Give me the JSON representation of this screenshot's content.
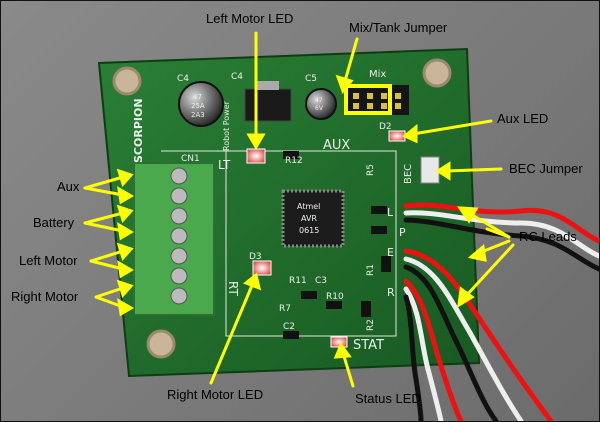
{
  "callouts": {
    "left_motor_led": "Left Motor LED",
    "mix_tank_jumper": "Mix/Tank Jumper",
    "aux_led": "Aux LED",
    "bec_jumper": "BEC Jumper",
    "rc_leads": "RC Leads",
    "aux": "Aux",
    "battery": "Battery",
    "left_motor": "Left Motor",
    "right_motor": "Right Motor",
    "right_motor_led": "Right Motor LED",
    "status_led": "Status LED"
  },
  "board": {
    "brand": "SCORPION",
    "robot_power": "Robot Power",
    "cn1": "CN1",
    "lt": "LT",
    "rt": "RT",
    "aux": "AUX",
    "mix": "Mix",
    "bec": "BEC",
    "stat": "STAT",
    "c4_left": "C4",
    "c4_right": "C4",
    "c5": "C5",
    "c2": "C2",
    "c3": "C3",
    "d2": "D2",
    "d3": "D3",
    "r12": "R12",
    "r11": "R11",
    "r7": "R7",
    "r10": "R10",
    "r5": "R5",
    "r1": "R1",
    "r2": "R2",
    "cap_47": "47",
    "cap_25a": "25A",
    "cap_2a3": "2A3",
    "cap_small_47": "47",
    "cap_small_6v": "6V",
    "chip_brand": "Atmel",
    "chip_part": "AVR",
    "chip_code": "0615",
    "rc_l": "L",
    "rc_e": "E",
    "rc_r": "R",
    "rc_p": "P"
  },
  "colors": {
    "pcb": "#1f6b2b",
    "callout_arrow": "#ffff00",
    "background": "#7d7d7d"
  }
}
